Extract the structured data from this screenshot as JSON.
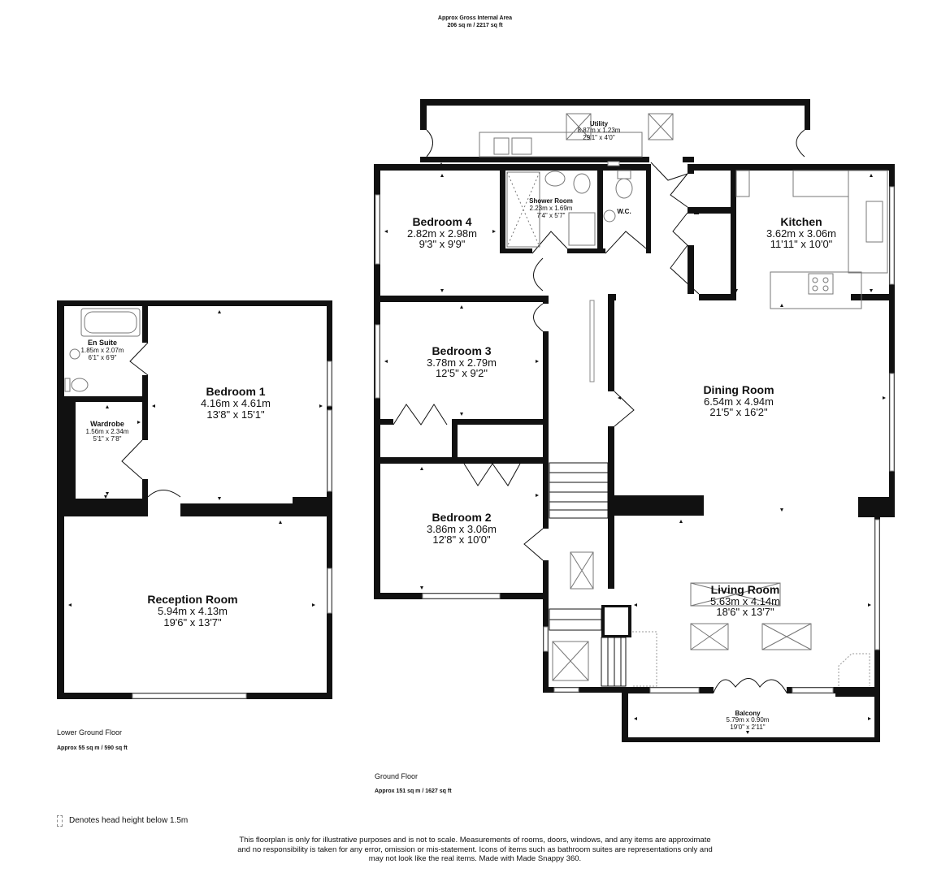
{
  "header": {
    "title": "Approx Gross Internal Area",
    "area": "206 sq m / 2217 sq ft"
  },
  "floors": {
    "lower": {
      "label": "Lower Ground Floor",
      "area": "Approx 55 sq m / 590 sq ft"
    },
    "ground": {
      "label": "Ground Floor",
      "area": "Approx 151 sq m / 1627 sq ft"
    }
  },
  "rooms": {
    "en_suite": {
      "name": "En Suite",
      "metric": "1.85m x 2.07m",
      "imperial": "6'1\" x 6'9\""
    },
    "bedroom1": {
      "name": "Bedroom 1",
      "metric": "4.16m x 4.61m",
      "imperial": "13'8\" x 15'1\""
    },
    "wardrobe": {
      "name": "Wardrobe",
      "metric": "1.56m x 2.34m",
      "imperial": "5'1\" x 7'8\""
    },
    "reception": {
      "name": "Reception Room",
      "metric": "5.94m x 4.13m",
      "imperial": "19'6\" x 13'7\""
    },
    "utility": {
      "name": "Utility",
      "metric": "8.87m x 1.23m",
      "imperial": "29'1\" x 4'0\""
    },
    "bedroom4": {
      "name": "Bedroom 4",
      "metric": "2.82m x 2.98m",
      "imperial": "9'3\" x 9'9\""
    },
    "shower": {
      "name": "Shower Room",
      "metric": "2.23m x 1.69m",
      "imperial": "7'4\" x 5'7\""
    },
    "wc": {
      "name": "W.C."
    },
    "kitchen": {
      "name": "Kitchen",
      "metric": "3.62m x 3.06m",
      "imperial": "11'11\" x 10'0\""
    },
    "bedroom3": {
      "name": "Bedroom 3",
      "metric": "3.78m x 2.79m",
      "imperial": "12'5\" x 9'2\""
    },
    "dining": {
      "name": "Dining Room",
      "metric": "6.54m x 4.94m",
      "imperial": "21'5\" x 16'2\""
    },
    "bedroom2": {
      "name": "Bedroom 2",
      "metric": "3.86m x 3.06m",
      "imperial": "12'8\" x 10'0\""
    },
    "living": {
      "name": "Living Room",
      "metric": "5.63m x 4.14m",
      "imperial": "18'6\" x 13'7\""
    },
    "balcony": {
      "name": "Balcony",
      "metric": "5.79m x 0.90m",
      "imperial": "19'0\" x 2'11\""
    }
  },
  "legend": {
    "text": "Denotes head height below 1.5m"
  },
  "disclaimer": {
    "line1": "This floorplan is only for illustrative purposes and is not to scale. Measurements of rooms, doors, windows, and any items are approximate",
    "line2": "and no responsibility is taken for any error, omission or mis-statement. Icons of items such as bathroom suites are representations only and",
    "line3": "may not look like the real items. Made with Made Snappy 360."
  },
  "colors": {
    "wall": "#111111",
    "window": "#888888",
    "fixture": "#777777"
  }
}
